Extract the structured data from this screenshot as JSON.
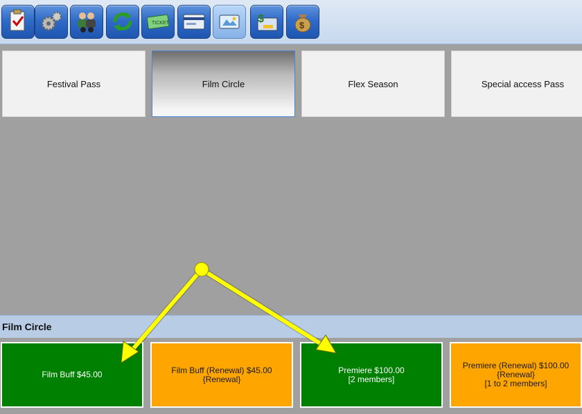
{
  "toolbar": {
    "buttons": [
      {
        "icon": "clipboard-check-icon"
      },
      {
        "icon": "gears-icon"
      },
      {
        "icon": "people-binoculars-icon"
      },
      {
        "icon": "recycle-arrows-icon"
      },
      {
        "icon": "ticket-icon"
      },
      {
        "icon": "credit-card-icon"
      },
      {
        "icon": "membership-card-icon",
        "active": true
      },
      {
        "icon": "dollar-card-icon"
      },
      {
        "icon": "money-bag-icon"
      }
    ]
  },
  "passes": [
    {
      "label": "Festival Pass"
    },
    {
      "label": "Film Circle",
      "selected": true
    },
    {
      "label": "Flex Season"
    },
    {
      "label": "Special access Pass"
    }
  ],
  "section": {
    "title": "Film Circle"
  },
  "products": [
    {
      "lines": [
        "Film Buff $45.00"
      ],
      "color": "#008000"
    },
    {
      "lines": [
        "Film Buff (Renewal) $45.00",
        "{Renewal}"
      ],
      "color": "#ffa500"
    },
    {
      "lines": [
        "Premiere $100.00",
        "[2 members]"
      ],
      "color": "#008000"
    },
    {
      "lines": [
        "Premiere (Renewal) $100.00",
        "{Renewal}",
        "[1 to 2 members]"
      ],
      "color": "#ffa500"
    }
  ],
  "annotation": {
    "arrow_color": "#ffff00"
  }
}
